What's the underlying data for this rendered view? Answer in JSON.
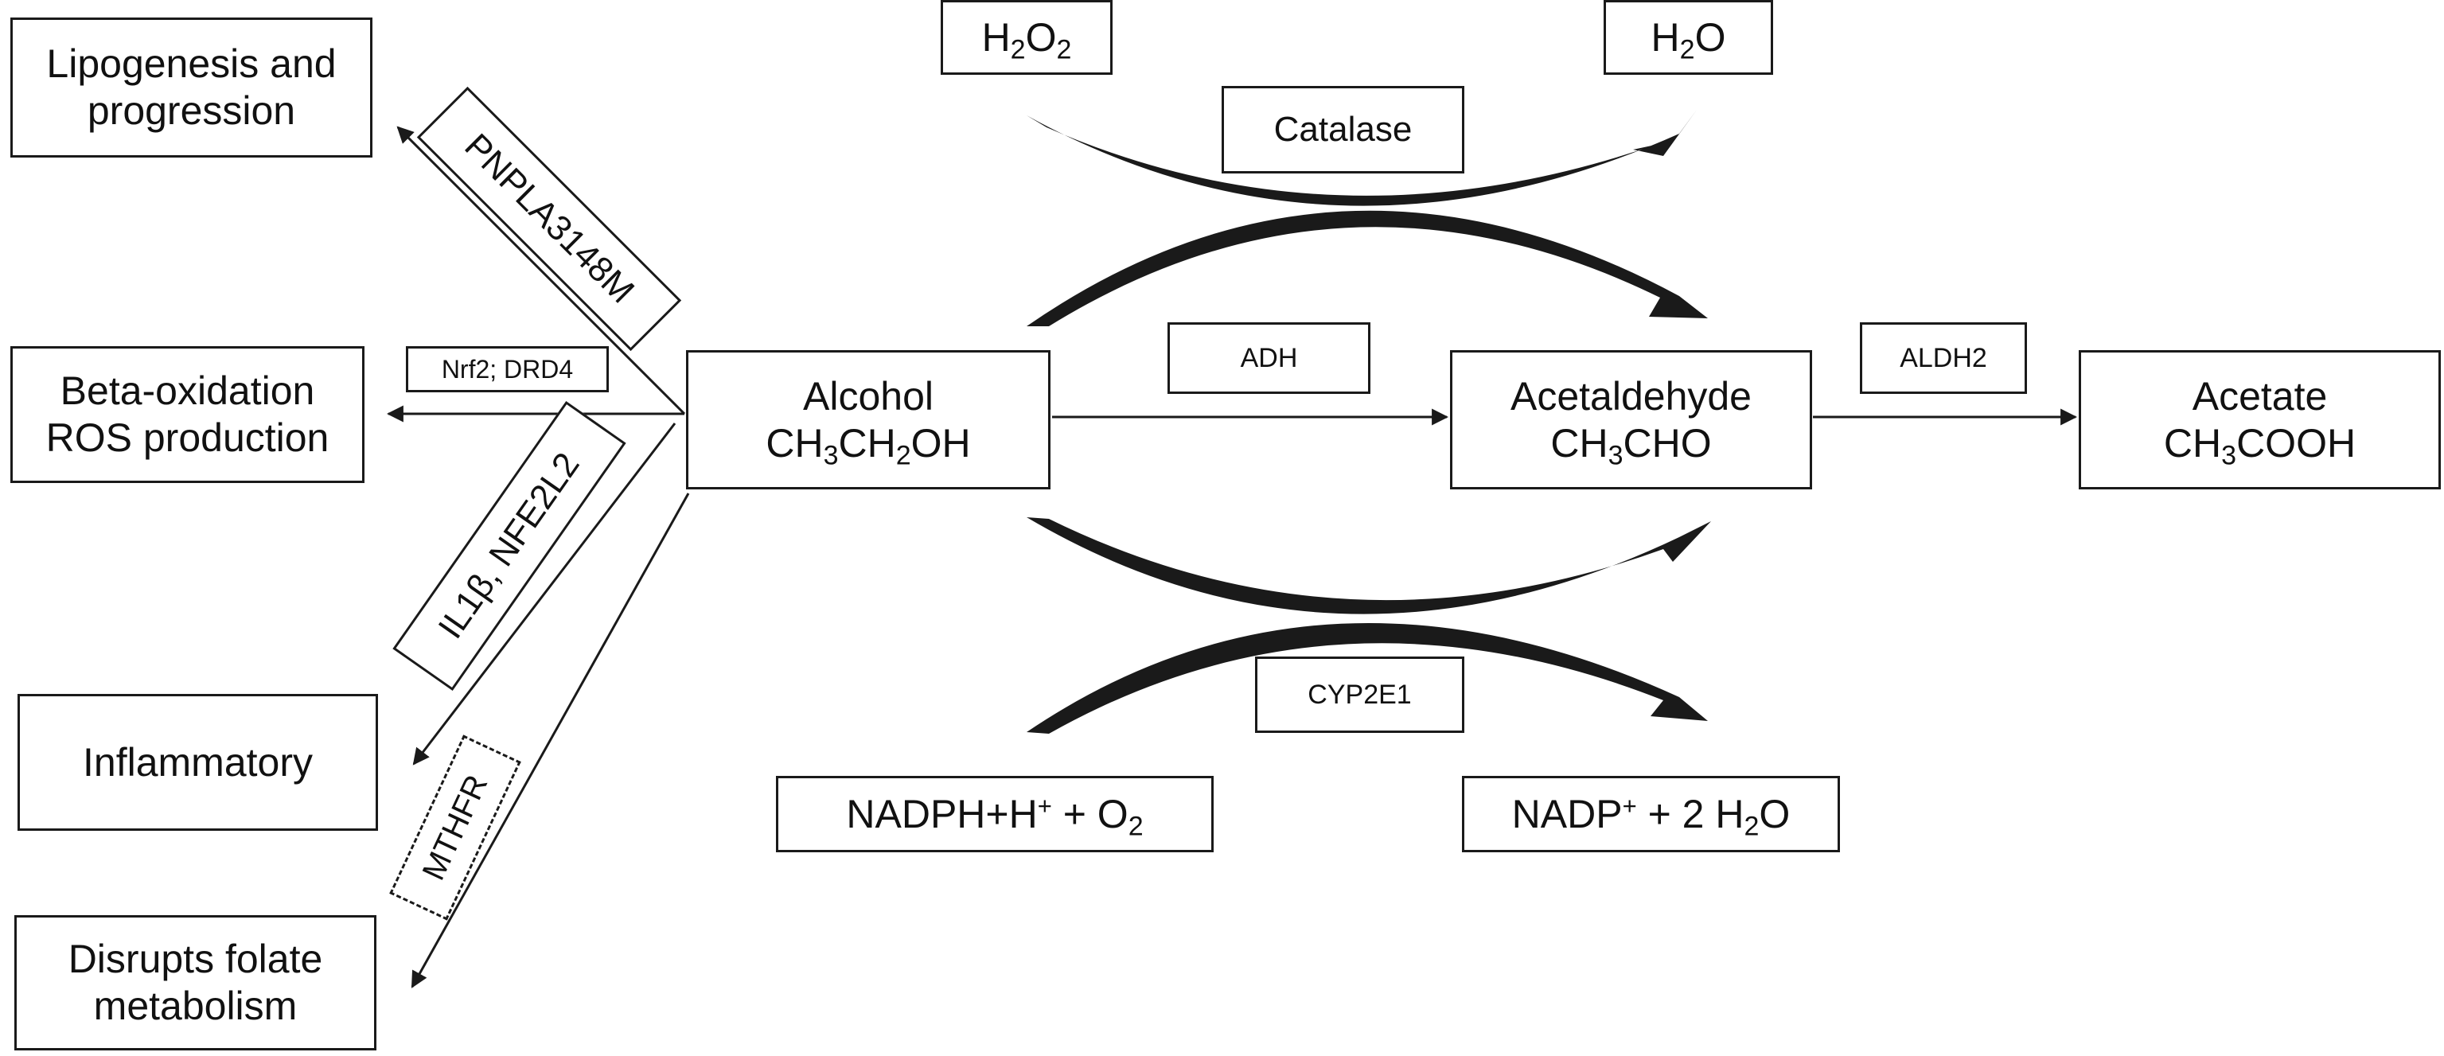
{
  "outcomes": {
    "lipogenesis": [
      "Lipogenesis and",
      "progression"
    ],
    "beta_oxidation": [
      "Beta-oxidation",
      "ROS production"
    ],
    "inflammatory": [
      "Inflammatory"
    ],
    "folate": [
      "Disrupts folate",
      "metabolism"
    ]
  },
  "genes": {
    "pnpla3": "PNPLA3148M",
    "nrf2_drd4": "Nrf2; DRD4",
    "il1b_nfe2l2": "IL1β, NFE2L2",
    "mthfr": "MTHFR"
  },
  "compounds": {
    "alcohol": {
      "name": "Alcohol",
      "formula": [
        "CH",
        "3",
        "CH",
        "2",
        "OH"
      ]
    },
    "acetaldehyde": {
      "name": "Acetaldehyde",
      "formula": [
        "CH",
        "3",
        "CHO"
      ]
    },
    "acetate": {
      "name": "Acetate",
      "formula": [
        "CH",
        "3",
        "COOH"
      ]
    }
  },
  "enzymes": {
    "catalase": "Catalase",
    "adh": "ADH",
    "aldh2": "ALDH2",
    "cyp2e1": "CYP2E1"
  },
  "cofactors": {
    "h2o2": [
      "H",
      "2",
      "O",
      "2"
    ],
    "h2o": [
      "H",
      "2",
      "O"
    ],
    "nadph": [
      "NADPH+H",
      "+",
      " + O",
      "2"
    ],
    "nadp": [
      "NADP",
      "+",
      " + 2 H",
      "2",
      "O"
    ]
  }
}
